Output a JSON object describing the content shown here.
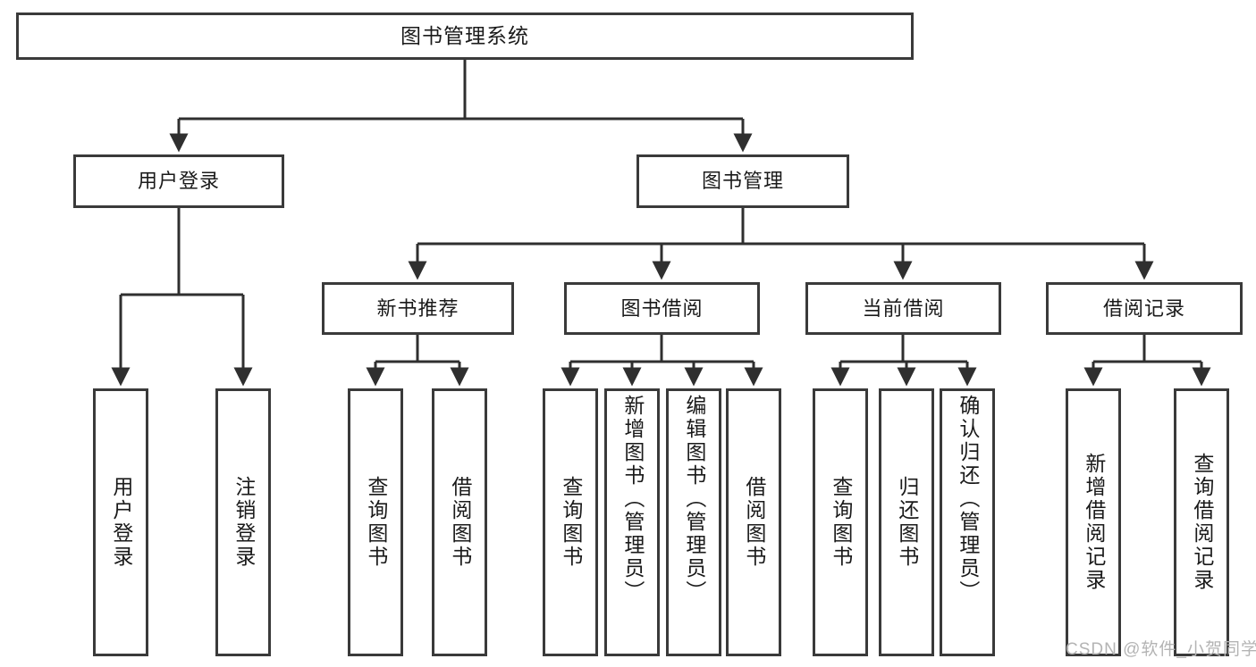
{
  "diagram": {
    "type": "tree-hierarchy",
    "root": {
      "label": "图书管理系统"
    },
    "level2": [
      {
        "label": "用户登录"
      },
      {
        "label": "图书管理"
      }
    ],
    "level3": [
      {
        "label": "新书推荐"
      },
      {
        "label": "图书借阅"
      },
      {
        "label": "当前借阅"
      },
      {
        "label": "借阅记录"
      }
    ],
    "leaves": {
      "user_login": [
        {
          "label": "用户登录"
        },
        {
          "label": "注销登录"
        }
      ],
      "new_book_rec": [
        {
          "label": "查询图书"
        },
        {
          "label": "借阅图书"
        }
      ],
      "book_borrow": [
        {
          "label": "查询图书"
        },
        {
          "label": "新增图书（管理员）"
        },
        {
          "label": "编辑图书（管理员）"
        },
        {
          "label": "借阅图书"
        }
      ],
      "current_borrow": [
        {
          "label": "查询图书"
        },
        {
          "label": "归还图书"
        },
        {
          "label": "确认归还（管理员）"
        }
      ],
      "borrow_record": [
        {
          "label": "新增借阅记录"
        },
        {
          "label": "查询借阅记录"
        }
      ]
    }
  },
  "watermark": {
    "text": "CSDN @软件_小贺同学"
  },
  "colors": {
    "box_border": "#3a3a3a",
    "box_fill": "#ffffff",
    "text": "#1a1a1a",
    "connector": "#2f2f2f",
    "watermark": "#b4b4b4"
  }
}
